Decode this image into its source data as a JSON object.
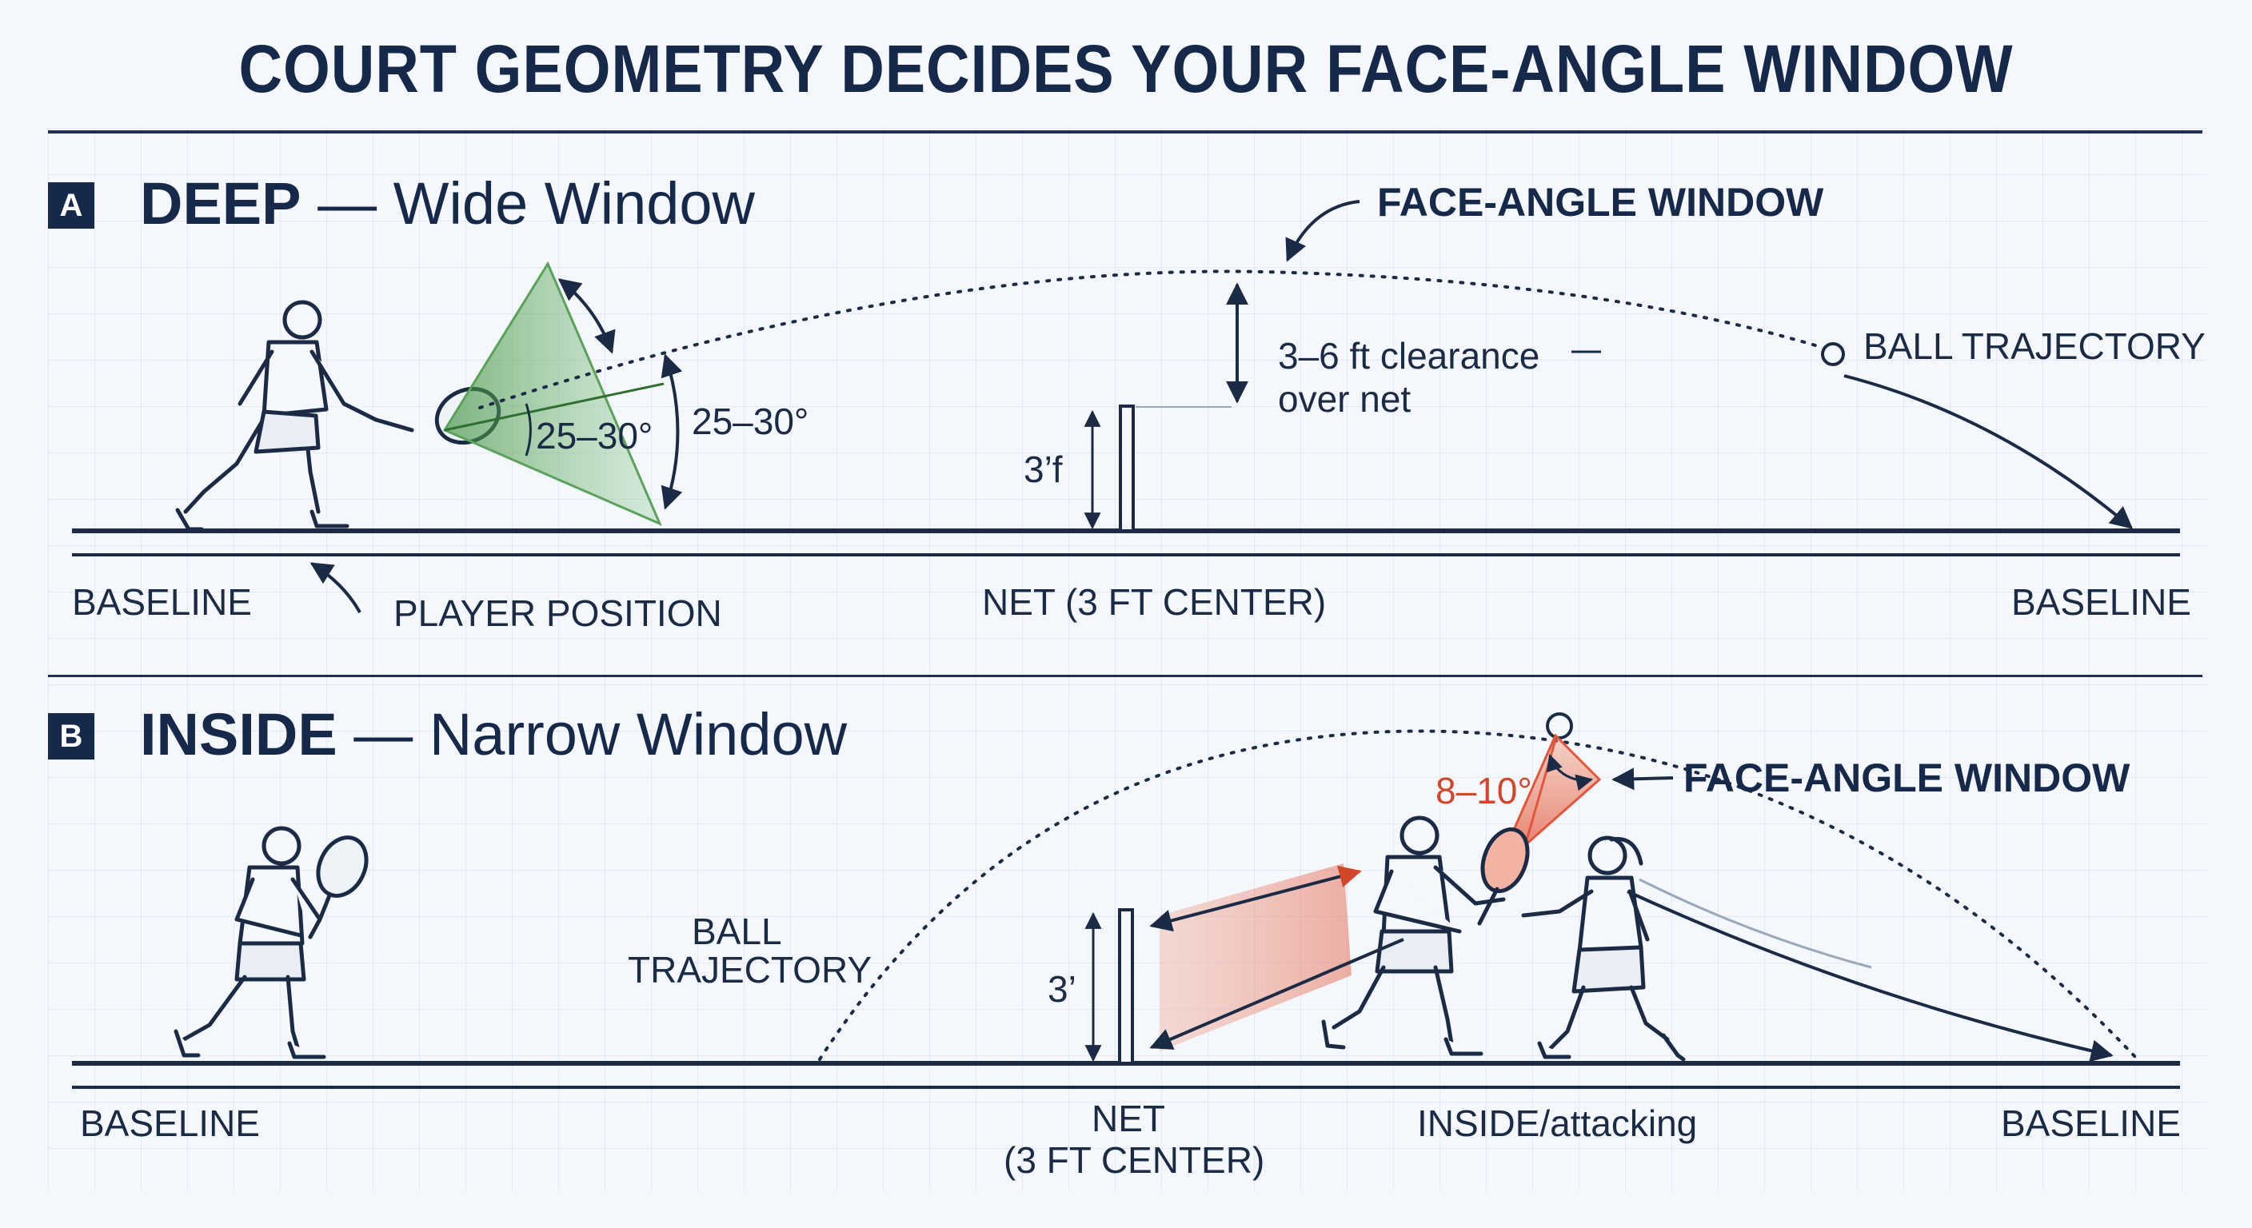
{
  "title": "COURT GEOMETRY DECIDES YOUR FACE-ANGLE WINDOW",
  "panel_a": {
    "badge": "A",
    "heading_strong": "DEEP",
    "heading_dash": " — ",
    "heading_light": "Wide Window",
    "face_angle_window": "FACE-ANGLE WINDOW",
    "angle_inner": "25–30°",
    "angle_outer": "25–30°",
    "clearance_line1": "3–6 ft clearance",
    "clearance_line2": "over net",
    "ball_trajectory": "BALL TRAJECTORY",
    "net_height": "3’f",
    "baseline_left": "BASELINE",
    "player_position": "PLAYER POSITION",
    "net_label": "NET (3 FT CENTER)",
    "baseline_right": "BASELINE"
  },
  "panel_b": {
    "badge": "B",
    "heading_strong": "INSIDE",
    "heading_dash": " — ",
    "heading_light": "Narrow Window",
    "angle": "8–10°",
    "face_angle_window": "FACE-ANGLE WINDOW",
    "ball_trajectory_line1": "BALL",
    "ball_trajectory_line2": "TRAJECTORY",
    "net_height": "3’",
    "baseline_left": "BASELINE",
    "net_line1": "NET",
    "net_line2": "(3 FT CENTER)",
    "inside_attacking": "INSIDE/attacking",
    "baseline_right": "BASELINE"
  },
  "colors": {
    "ink": "#1c2b45",
    "green_window": "#5aa25a",
    "red_window": "#e2553a"
  }
}
